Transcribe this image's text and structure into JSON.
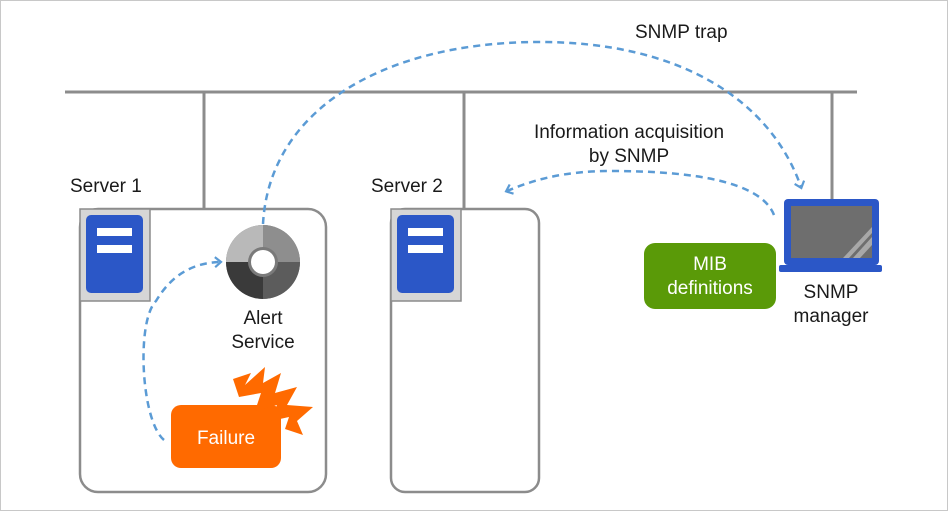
{
  "labels": {
    "server1": "Server 1",
    "server2": "Server 2",
    "alert_service_line1": "Alert",
    "alert_service_line2": "Service",
    "failure": "Failure",
    "snmp_trap": "SNMP trap",
    "info_acquisition_line1": "Information acquisition",
    "info_acquisition_line2": "by SNMP",
    "mib_line1": "MIB",
    "mib_line2": "definitions",
    "snmp_manager_line1": "SNMP",
    "snmp_manager_line2": "manager"
  },
  "icons": {
    "server": "server-icon",
    "alert_service": "alert-service-icon",
    "failure_burst": "lightning-burst-icon",
    "laptop": "laptop-icon"
  },
  "colors": {
    "network_line": "#8c8c8c",
    "server_border": "#8c8c8c",
    "server_icon_blue": "#2b57c7",
    "server_icon_frame": "#d6d6d6",
    "arrow_dashed": "#5b9bd5",
    "failure_fill": "#ff6a00",
    "burst_fill": "#ff6a00",
    "mib_fill": "#5a9a08",
    "laptop_blue": "#2b57c7",
    "laptop_screen": "#6e6e6e"
  }
}
